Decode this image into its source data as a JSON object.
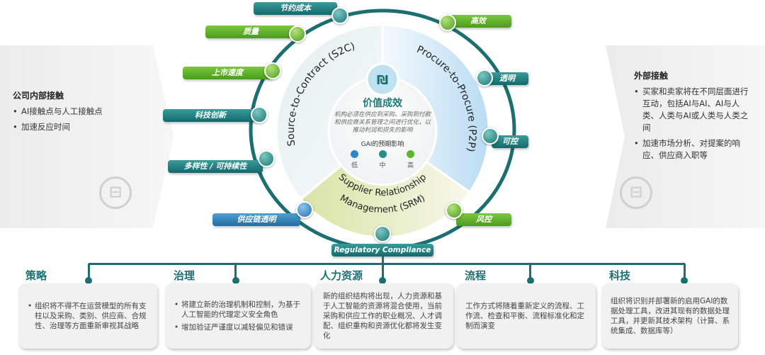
{
  "left_panel": {
    "title": "公司内部接触",
    "items": [
      "AI接触点与人工接触点",
      "加速反应时间"
    ]
  },
  "right_panel": {
    "title": "外部接触",
    "items": [
      "买家和卖家将在不同层面进行互动，包括AI与AI、AI与人类、人类与AI或人类与人类之间",
      "加速市场分析、对提案的响应、供应商入职等"
    ]
  },
  "segments": {
    "s2c": "Source-to-Contract (S2C)",
    "p2p": "Procure-to-Procure (P2P)",
    "srm_line1": "Supplier Relationship",
    "srm_line2": "Management (SRM)"
  },
  "center": {
    "icon": "document-pen-icon",
    "title": "价值成效",
    "desc": "机构必须在供应到采购、采购到付款和供应商关系管理之间进行优化，以推动利润和损失的影响",
    "gai_label": "GAI的预期影响",
    "legend": [
      {
        "label": "低",
        "color": "#2f86c3"
      },
      {
        "label": "中",
        "color": "#2a8c89"
      },
      {
        "label": "高",
        "color": "#5cb52e"
      }
    ]
  },
  "pills": {
    "cost": "节约成本",
    "quality": "质量",
    "speed": "上市速度",
    "innovation": "科技创新",
    "diversity": "多样性 / 可持续性",
    "supply_transparency": "供应链透明",
    "efficiency": "高效",
    "transparency": "透明",
    "control": "可控",
    "risk": "风控",
    "regulatory": "Regulatory Compliance"
  },
  "colors": {
    "teal": "#1b6f70",
    "green": "#5cb52e",
    "blue": "#2f86c3"
  },
  "bottom": [
    {
      "title": "策略",
      "bullets": [
        "组织将不得不在运营模型的所有支柱以及采购、类别、供应商、合规性、治理等方面重新审视其战略"
      ]
    },
    {
      "title": "治理",
      "bullets": [
        "将建立新的治理机制和控制，为基于人工智能的代理定义安全角色",
        "增加验证严谨度以减轻偏见和错误"
      ]
    },
    {
      "title": "人力资源",
      "text": "新的组织结构将出现，人力资源和基于人工智能的资源将混合使用，当前采购和供应工作的职业概况、人才调配、组织重构和资源优化都将发生变化"
    },
    {
      "title": "流程",
      "text": "工作方式将随着重新定义的流程、工作流、检查和平衡、流程标准化和定制而演变"
    },
    {
      "title": "科技",
      "text": "组织将识别并部署新的启用GAI的数据处理工具，改进其现有的数据处理工具，并更新其技术架构（计算、系统集成、数据库等）"
    }
  ]
}
